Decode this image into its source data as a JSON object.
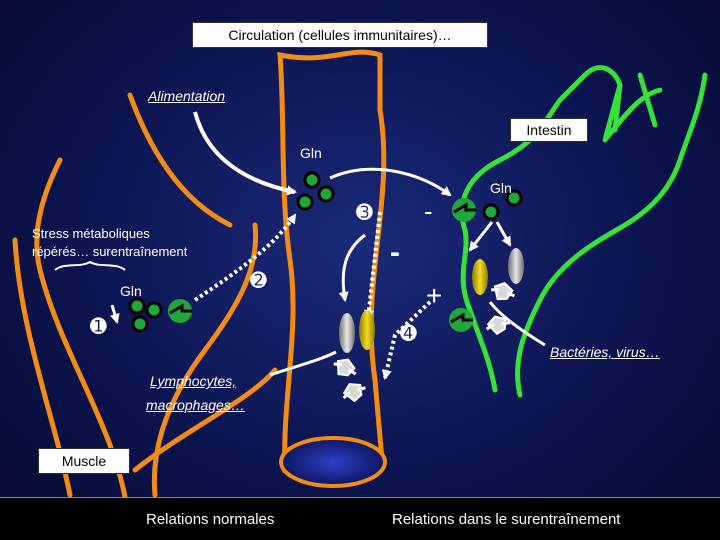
{
  "title_box": "Circulation (cellules immunitaires)…",
  "labels": {
    "alimentation": "Alimentation",
    "intestin": "Intestin",
    "gln_top": "Gln",
    "gln_right": "Gln",
    "gln_left": "Gln",
    "stress_line1": "Stress métaboliques",
    "stress_line2": "répérés… surentraînement",
    "lymphocytes_line1": "Lymphocytes,",
    "lymphocytes_line2": "macrophages…",
    "bacteries": "Bactéries, virus…",
    "muscle": "Muscle"
  },
  "steps": {
    "one": "➊",
    "two": "➋",
    "three": "➌",
    "four": "➍"
  },
  "signs": {
    "minus_upper": "-",
    "minus_lower": "-",
    "plus": "+"
  },
  "legend": {
    "normal": "Relations normales",
    "training": "Relations dans le surentraînement"
  },
  "colors": {
    "vessel": "#f28c14",
    "intestine": "#36e23a",
    "box": "#ffffff",
    "cell_yellow": "#f0d000",
    "cell_grey": "#c8c8c8",
    "gln_dot": "#1ea83a"
  }
}
